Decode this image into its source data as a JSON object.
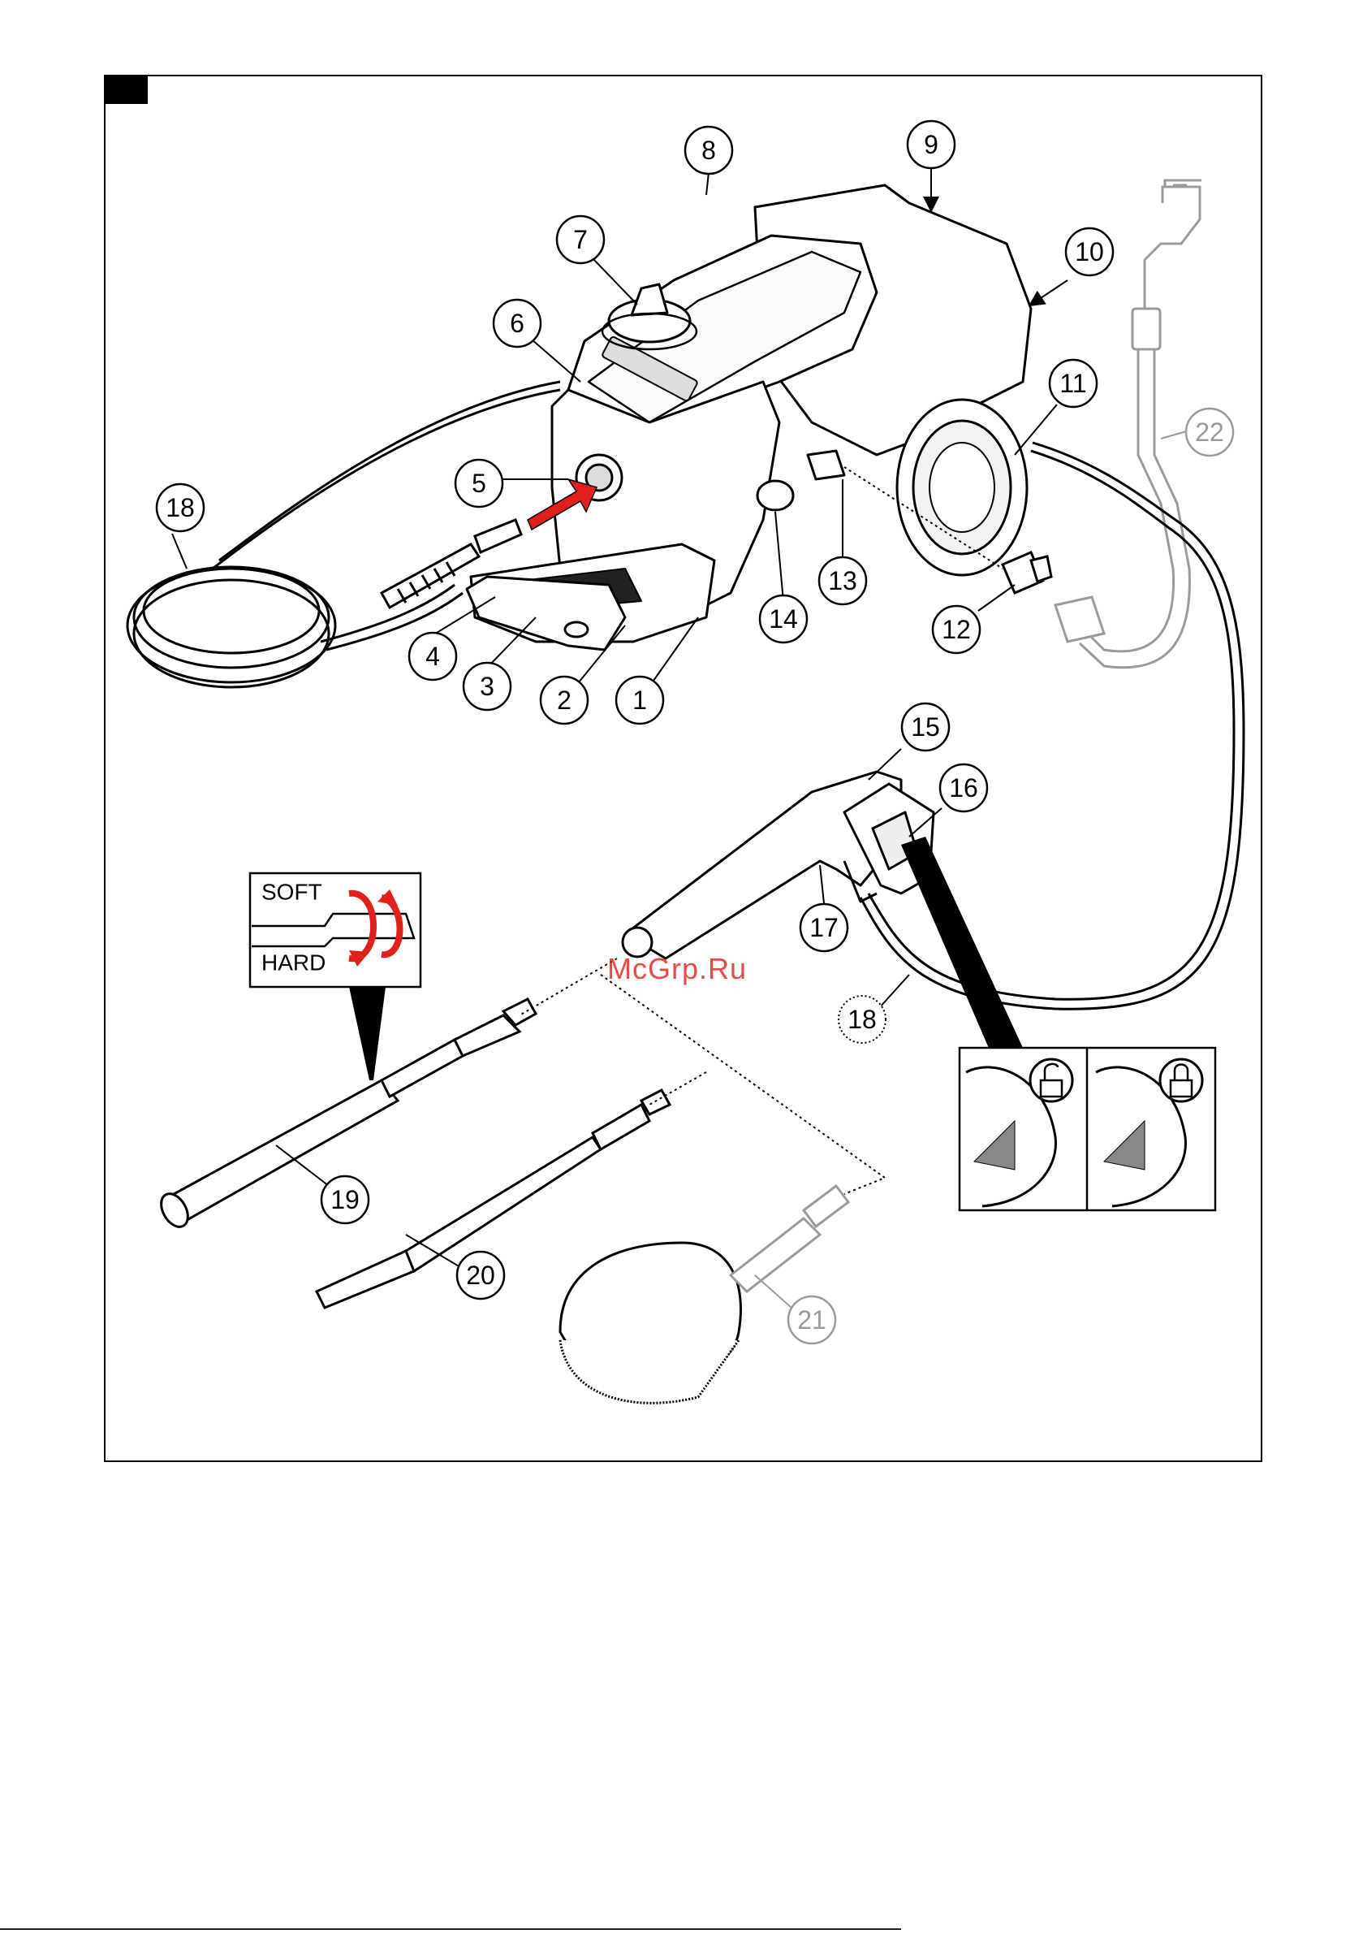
{
  "callouts": [
    {
      "id": "c1",
      "text": "1",
      "muted": false
    },
    {
      "id": "c2",
      "text": "2",
      "muted": false
    },
    {
      "id": "c3",
      "text": "3",
      "muted": false
    },
    {
      "id": "c4",
      "text": "4",
      "muted": false
    },
    {
      "id": "c5",
      "text": "5",
      "muted": false
    },
    {
      "id": "c6",
      "text": "6",
      "muted": false
    },
    {
      "id": "c7",
      "text": "7",
      "muted": false
    },
    {
      "id": "c8",
      "text": "8",
      "muted": false
    },
    {
      "id": "c9",
      "text": "9",
      "muted": false
    },
    {
      "id": "c10",
      "text": "10",
      "muted": false
    },
    {
      "id": "c11",
      "text": "11",
      "muted": false
    },
    {
      "id": "c12",
      "text": "12",
      "muted": false
    },
    {
      "id": "c13",
      "text": "13",
      "muted": false
    },
    {
      "id": "c14",
      "text": "14",
      "muted": false
    },
    {
      "id": "c15",
      "text": "15",
      "muted": false
    },
    {
      "id": "c16",
      "text": "16",
      "muted": false
    },
    {
      "id": "c17",
      "text": "17",
      "muted": false
    },
    {
      "id": "c18a",
      "text": "18",
      "muted": false
    },
    {
      "id": "c18b",
      "text": "18",
      "muted": false,
      "dotted": true
    },
    {
      "id": "c19",
      "text": "19",
      "muted": false
    },
    {
      "id": "c20",
      "text": "20",
      "muted": false
    },
    {
      "id": "c21",
      "text": "21",
      "muted": true
    },
    {
      "id": "c22",
      "text": "22",
      "muted": true
    }
  ],
  "spray_adjust": {
    "soft": "SOFT",
    "hard": "HARD"
  },
  "lock_panel": {
    "left_icon": "unlocked-padlock-icon",
    "right_icon": "locked-padlock-icon"
  },
  "watermark": "McGrp.Ru",
  "colors": {
    "line": "#000000",
    "muted": "#9a9a9a",
    "accent": "#e0201a"
  }
}
